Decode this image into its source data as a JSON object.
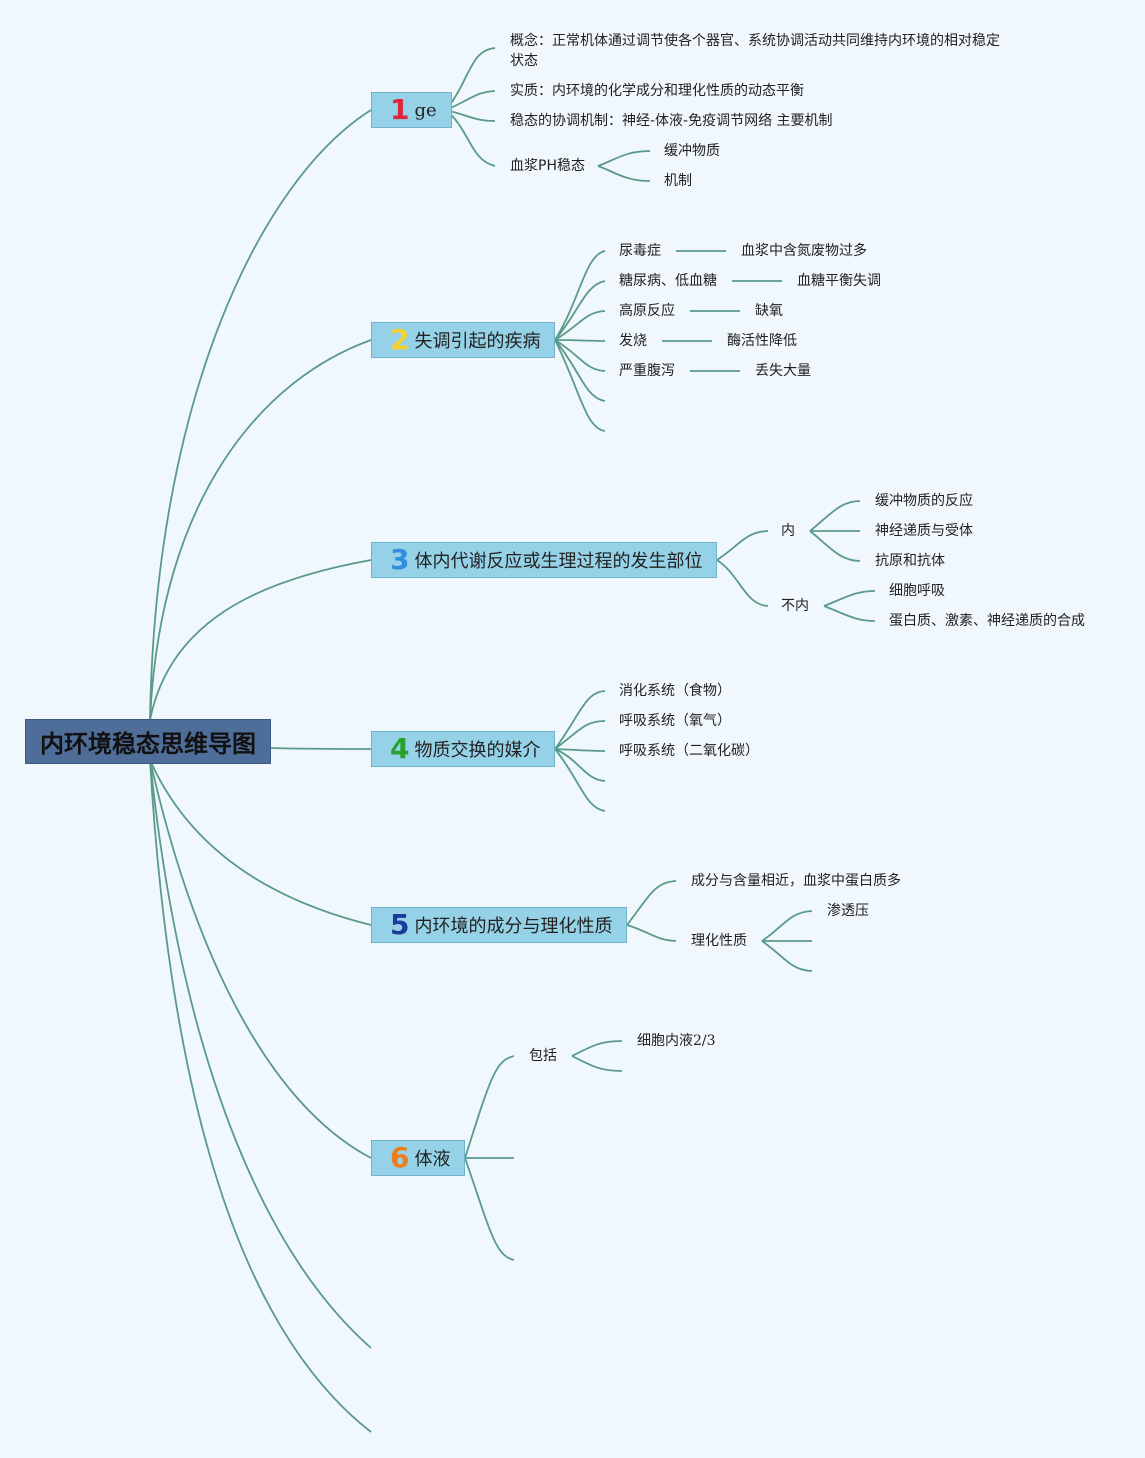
{
  "root": "内环境稳态思维导图",
  "colors": {
    "line": "#5a9a8a",
    "root_bg": "#4f6d99",
    "topic_bg": "#95d2e8",
    "n1": "#e0263a",
    "n2": "#f2d230",
    "n3": "#2f8fde",
    "n4": "#2aa12e",
    "n5": "#1a3c9a",
    "n6": "#f07b1a"
  },
  "t1": {
    "num": "1",
    "label": "ge",
    "concept": "概念：正常机体通过调节使各个器官、系统协调活动共同维持内环境的相对稳定状态",
    "essence": "实质：内环境的化学成分和理化性质的动态平衡",
    "mechanism": "稳态的协调机制：神经-体液-免疫调节网络 主要机制",
    "ph": "血浆PH稳态",
    "ph_1": "缓冲物质",
    "ph_2": "机制"
  },
  "t2": {
    "num": "2",
    "label": "失调引起的疾病",
    "rows": [
      {
        "a": "尿毒症",
        "b": "血浆中含氮废物过多"
      },
      {
        "a": "糖尿病、低血糖",
        "b": "血糖平衡失调"
      },
      {
        "a": "高原反应",
        "b": "缺氧"
      },
      {
        "a": "发烧",
        "b": "酶活性降低"
      },
      {
        "a": "严重腹泻",
        "b": "丢失大量"
      }
    ]
  },
  "t3": {
    "num": "3",
    "label": "体内代谢反应或生理过程的发生部位",
    "in": "内",
    "in_1": "缓冲物质的反应",
    "in_2": "神经递质与受体",
    "in_3": "抗原和抗体",
    "out": "不内",
    "out_1": "细胞呼吸",
    "out_2": "蛋白质、激素、神经递质的合成"
  },
  "t4": {
    "num": "4",
    "label": "物质交换的媒介",
    "items": [
      "消化系统（食物）",
      "呼吸系统（氧气）",
      "呼吸系统（二氧化碳）"
    ]
  },
  "t5": {
    "num": "5",
    "label": "内环境的成分与理化性质",
    "comp": "成分与含量相近，血浆中蛋白质多",
    "prop": "理化性质",
    "prop_1": "渗透压"
  },
  "t6": {
    "num": "6",
    "label": "体液",
    "incl": "包括",
    "incl_1": "细胞内液2/3"
  }
}
